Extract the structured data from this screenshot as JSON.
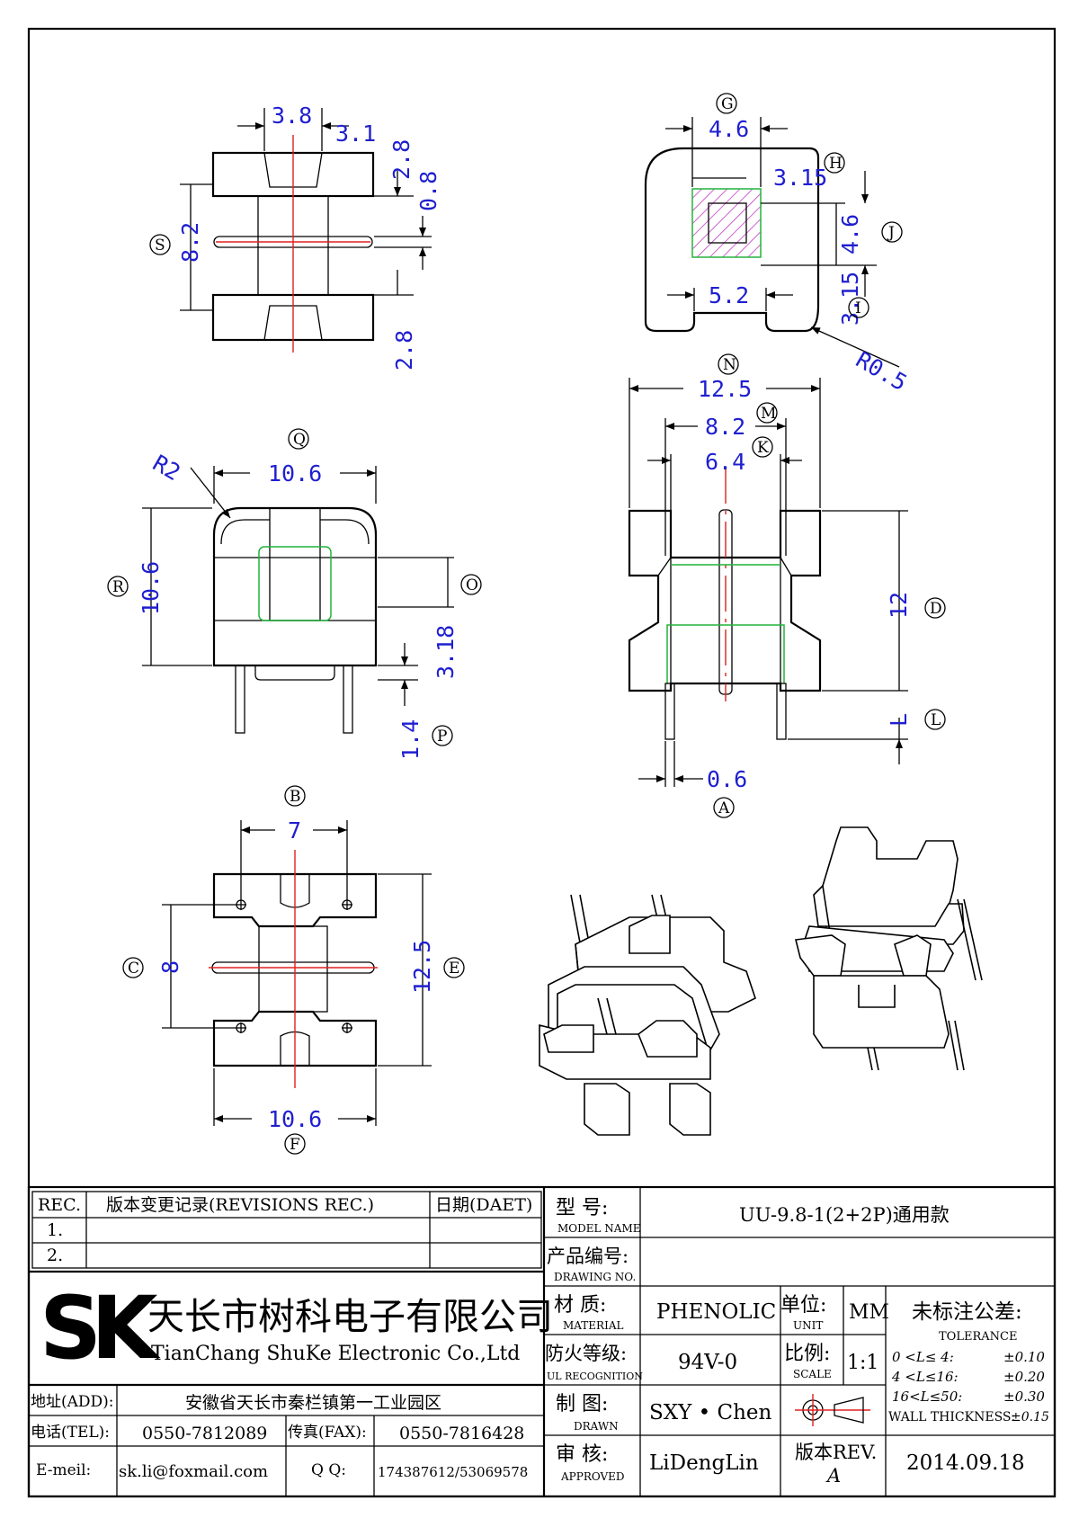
{
  "dimensions": {
    "top_left": {
      "w1": "3.8",
      "w2": "3.1",
      "h1": "2.8",
      "h2": "0.8",
      "h3": "8.2",
      "h4": "2.8"
    },
    "top_right": {
      "w1": "4.6",
      "w2": "3.15",
      "h1": "4.6",
      "h2": "3.15",
      "w3": "5.2",
      "r": "R0.5"
    },
    "mid_left": {
      "r": "R2",
      "w": "10.6",
      "h": "10.6",
      "h2": "3.18",
      "h3": "1.4"
    },
    "mid_right": {
      "w1": "12.5",
      "w2": "8.2",
      "w3": "6.4",
      "h": "12",
      "h2": "L",
      "w4": "0.6"
    },
    "bottom_left": {
      "w1": "7",
      "h1": "8",
      "h2": "12.5",
      "w2": "10.6"
    }
  },
  "tags": {
    "S": "S",
    "G": "G",
    "H": "H",
    "J": "J",
    "I": "I",
    "Q": "Q",
    "R": "R",
    "O": "O",
    "P": "P",
    "N": "N",
    "M": "M",
    "K": "K",
    "D": "D",
    "L": "L",
    "A": "A",
    "B": "B",
    "C": "C",
    "E": "E",
    "F": "F"
  },
  "title_block": {
    "rev_header": "REC.",
    "rev_title": "版本变更记录(REVISIONS REC.)",
    "date_header": "日期(DAET)",
    "rev_rows": [
      "1.",
      "2."
    ],
    "company_logo": "SK",
    "company_cn": "天长市树科电子有限公司",
    "company_en": "TianChang ShuKe Electronic Co.,Ltd",
    "addr_label": "地址(ADD):",
    "addr_value": "安徽省天长市秦栏镇第一工业园区",
    "tel_label": "电话(TEL):",
    "tel_value": "0550-7812089",
    "fax_label": "传真(FAX):",
    "fax_value": "0550-7816428",
    "mail_label": "E-meil:",
    "mail_value": "sk.li@foxmail.com",
    "qq_label": "Q Q:",
    "qq_value": "174387612/53069578",
    "model_cn": "型   号:",
    "model_en": "MODEL NAME",
    "model_value": "UU-9.8-1(2+2P)通用款",
    "drawing_cn": "产品编号:",
    "drawing_en": "DRAWING NO.",
    "drawing_value": "",
    "material_cn": "材   质:",
    "material_en": "MATERIAL",
    "material_value": "PHENOLIC",
    "unit_cn": "单位:",
    "unit_en": "UNIT",
    "unit_value": "MM",
    "fire_cn": "防火等级:",
    "fire_en": "UL RECOGNITION",
    "fire_value": "94V-0",
    "scale_cn": "比例:",
    "scale_en": "SCALE",
    "scale_value": "1:1",
    "drawn_cn": "制   图:",
    "drawn_en": "DRAWN",
    "drawn_value": "SXY • Chen",
    "approved_cn": "审   核:",
    "approved_en": "APPROVED",
    "approved_value": "LiDengLin",
    "rev_cn": "版本REV.",
    "rev_value": "A",
    "date_value": "2014.09.18",
    "tol_title": "未标注公差:",
    "tol_en": "TOLERANCE",
    "tol_rows": [
      {
        "range": "0 <L≤ 4:",
        "value": "±0.10"
      },
      {
        "range": "4 <L≤16:",
        "value": "±0.20"
      },
      {
        "range": "16<L≤50:",
        "value": "±0.30"
      }
    ],
    "wall_label": "WALL THICKNESS:",
    "wall_value": "±0.15"
  }
}
